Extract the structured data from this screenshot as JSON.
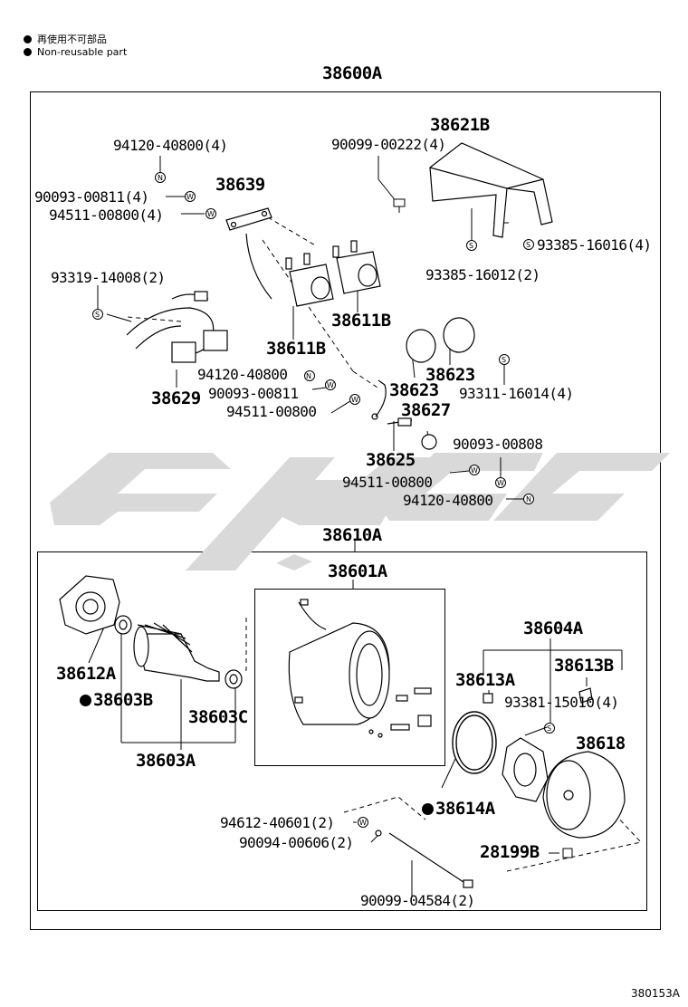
{
  "legend": {
    "japanese": "再使用不可部品",
    "english": "Non-reusable part"
  },
  "top_assembly": "38600A",
  "sub_assembly": "38610A",
  "motor_assembly": "38601A",
  "labels": {
    "p38621B": "38621B",
    "p90099_00222": "90099-00222(4)",
    "p94120_40800_4": "94120-40800(4)",
    "p90093_00811_4": "90093-00811(4)",
    "p38639": "38639",
    "p94511_00800_4": "94511-00800(4)",
    "p93385_16016": "93385-16016(4)",
    "p93385_16012": "93385-16012(2)",
    "p93319_14008": "93319-14008(2)",
    "p38611B_a": "38611B",
    "p38611B_b": "38611B",
    "p94120_40800_a": "94120-40800",
    "p38623_a": "38623",
    "p38623_b": "38623",
    "p90093_00811": "90093-00811",
    "p93311_16014": "93311-16014(4)",
    "p38629": "38629",
    "p94511_00800_a": "94511-00800",
    "p38627": "38627",
    "p38625": "38625",
    "p90093_00808": "90093-00808",
    "p94511_00800_b": "94511-00800",
    "p94120_40800_b": "94120-40800",
    "p38604A": "38604A",
    "p38612A": "38612A",
    "p38613A": "38613A",
    "p38613B": "38613B",
    "p38603B": "38603B",
    "p93381_15010": "93381-15010(4)",
    "p38603C": "38603C",
    "p38618": "38618",
    "p38603A": "38603A",
    "p38614A": "38614A",
    "p94612_40601": "94612-40601(2)",
    "p90094_00606": "90094-00606(2)",
    "p28199B": "28199B",
    "p90099_04584": "90099-04584(2)"
  },
  "figure_id": "380153A"
}
